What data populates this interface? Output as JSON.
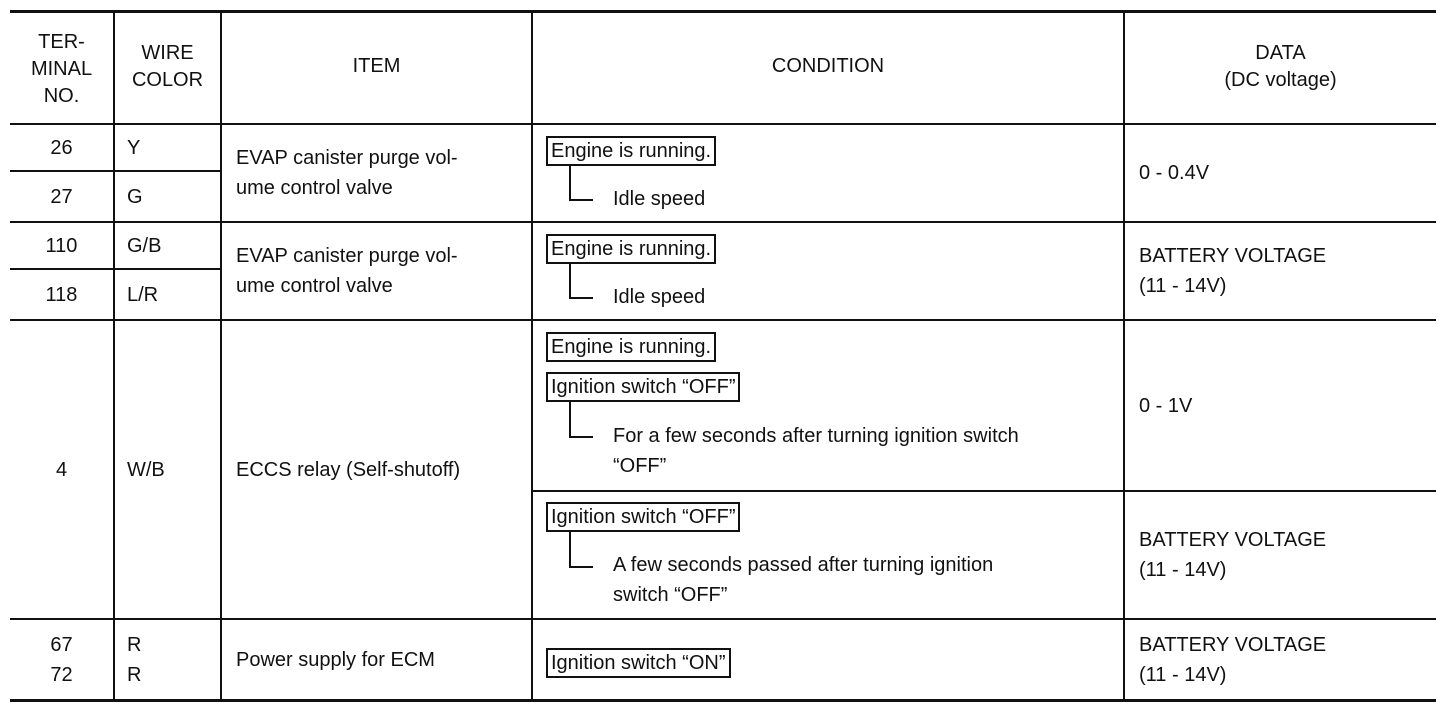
{
  "headers": {
    "terminal": [
      "TER-",
      "MINAL",
      "NO."
    ],
    "wire": [
      "WIRE",
      "COLOR"
    ],
    "item": "ITEM",
    "condition": "CONDITION",
    "data": [
      "DATA",
      "(DC voltage)"
    ]
  },
  "rows": [
    {
      "terminals": [
        "26",
        "27"
      ],
      "wires": [
        "Y",
        "G"
      ],
      "item": [
        "EVAP canister purge vol-",
        "ume control valve"
      ],
      "condition_box": "Engine is running.",
      "condition_sub": "Idle speed",
      "data": [
        "0 - 0.4V"
      ]
    },
    {
      "terminals": [
        "110",
        "118"
      ],
      "wires": [
        "G/B",
        "L/R"
      ],
      "item": [
        "EVAP canister purge vol-",
        "ume control valve"
      ],
      "condition_box": "Engine is running.",
      "condition_sub": "Idle speed",
      "data": [
        "BATTERY VOLTAGE",
        "(11 - 14V)"
      ]
    },
    {
      "terminal": "4",
      "wire": "W/B",
      "item": "ECCS relay (Self-shutoff)",
      "conditions": [
        {
          "boxes": [
            "Engine is running.",
            "Ignition switch “OFF”"
          ],
          "sub": [
            "For a few seconds after turning ignition switch",
            "“OFF”"
          ],
          "data": "0 - 1V"
        },
        {
          "boxes": [
            "Ignition switch “OFF”"
          ],
          "sub": [
            "A few seconds passed after turning ignition",
            "switch “OFF”"
          ],
          "data": [
            "BATTERY VOLTAGE",
            "(11 - 14V)"
          ]
        }
      ]
    },
    {
      "terminals": [
        "67",
        "72"
      ],
      "wires": [
        "R",
        "R"
      ],
      "item": "Power supply for ECM",
      "condition_box": "Ignition switch “ON”",
      "data": [
        "BATTERY VOLTAGE",
        "(11 - 14V)"
      ]
    }
  ]
}
